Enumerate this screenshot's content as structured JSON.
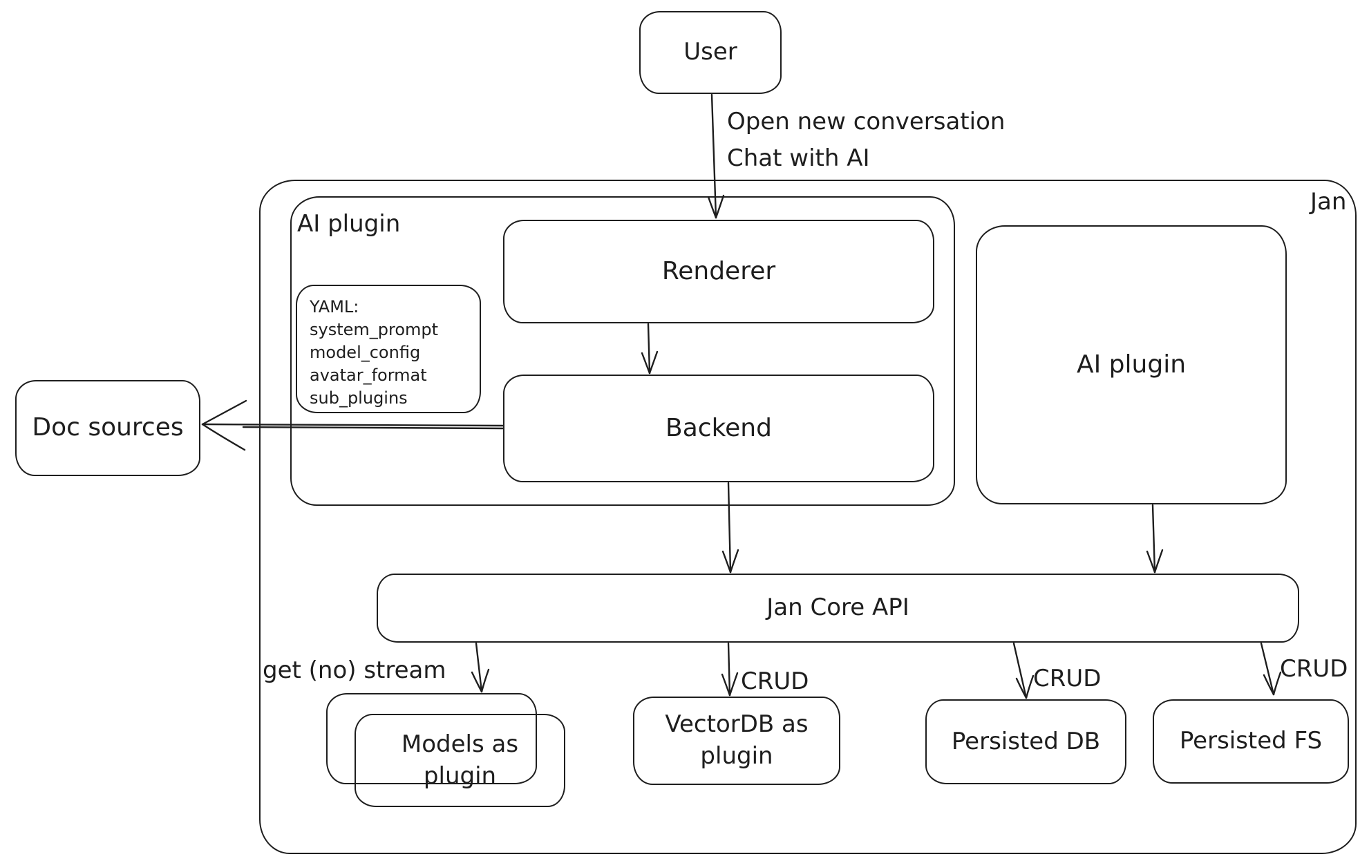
{
  "palette": {
    "ink": "#1e1e1e",
    "background": "#ffffff"
  },
  "nodes": {
    "user": {
      "label": "User"
    },
    "jan_container": {
      "label": "Jan"
    },
    "ai_plugin_group": {
      "label": "AI plugin"
    },
    "renderer": {
      "label": "Renderer"
    },
    "yaml_note": {
      "lines": [
        "YAML:",
        "system_prompt",
        "model_config",
        "avatar_format",
        "sub_plugins"
      ]
    },
    "backend": {
      "label": "Backend"
    },
    "ai_plugin_right": {
      "label": "AI plugin"
    },
    "doc_sources": {
      "label": "Doc sources"
    },
    "jan_core_api": {
      "label": "Jan Core API"
    },
    "models_plugin": {
      "line1": "Models as",
      "line2": "plugin"
    },
    "vectordb_plugin": {
      "line1": "VectorDB as",
      "line2": "plugin"
    },
    "persisted_db": {
      "label": "Persisted DB"
    },
    "persisted_fs": {
      "label": "Persisted FS"
    }
  },
  "edge_labels": {
    "user_flow_line1": "Open new conversation",
    "user_flow_line2": "Chat with AI",
    "get_no_stream": "get (no) stream",
    "crud_vectordb": "CRUD",
    "crud_persisted_db": "CRUD",
    "crud_persisted_fs": "CRUD"
  }
}
